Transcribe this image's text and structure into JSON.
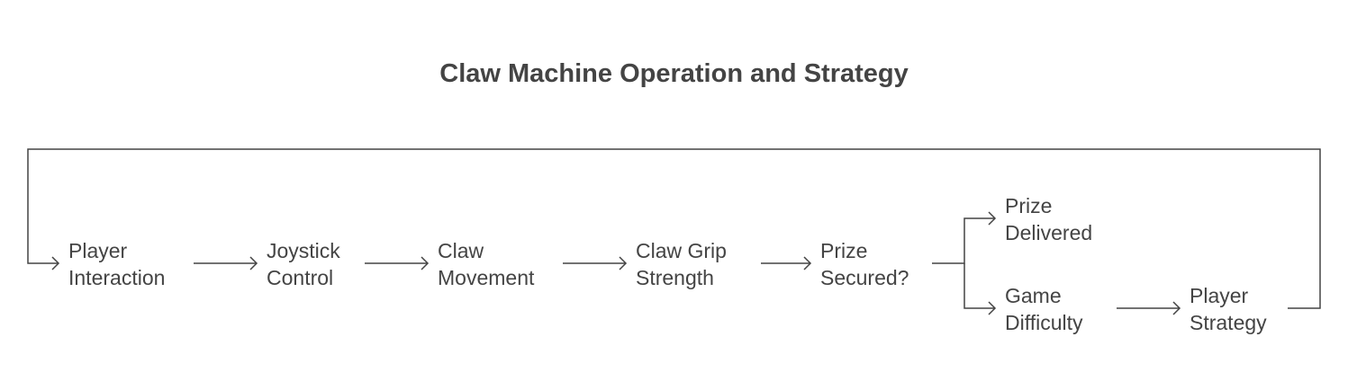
{
  "title": "Claw Machine Operation and Strategy",
  "colors": {
    "text": "#444444",
    "line": "#444444",
    "background": "#ffffff"
  },
  "nodes": [
    {
      "id": "player-interaction",
      "lines": [
        "Player",
        "Interaction"
      ]
    },
    {
      "id": "joystick-control",
      "lines": [
        "Joystick",
        "Control"
      ]
    },
    {
      "id": "claw-movement",
      "lines": [
        "Claw",
        "Movement"
      ]
    },
    {
      "id": "claw-grip-strength",
      "lines": [
        "Claw Grip",
        "Strength"
      ]
    },
    {
      "id": "prize-secured",
      "lines": [
        "Prize",
        "Secured?"
      ]
    },
    {
      "id": "prize-delivered",
      "lines": [
        "Prize",
        "Delivered"
      ]
    },
    {
      "id": "game-difficulty",
      "lines": [
        "Game",
        "Difficulty"
      ]
    },
    {
      "id": "player-strategy",
      "lines": [
        "Player",
        "Strategy"
      ]
    }
  ],
  "edges": [
    {
      "from": "player-interaction",
      "to": "joystick-control"
    },
    {
      "from": "joystick-control",
      "to": "claw-movement"
    },
    {
      "from": "claw-movement",
      "to": "claw-grip-strength"
    },
    {
      "from": "claw-grip-strength",
      "to": "prize-secured"
    },
    {
      "from": "prize-secured",
      "to": "prize-delivered"
    },
    {
      "from": "prize-secured",
      "to": "game-difficulty"
    },
    {
      "from": "game-difficulty",
      "to": "player-strategy"
    },
    {
      "from": "player-strategy",
      "to": "player-interaction"
    }
  ]
}
